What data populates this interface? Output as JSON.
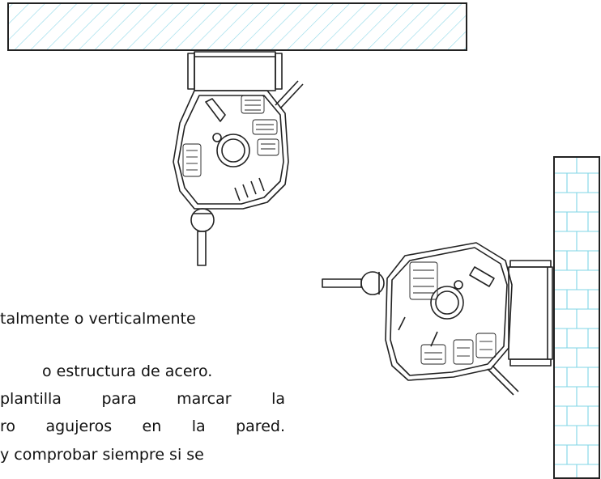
{
  "text": {
    "lines": [
      "talmente o verticalmente",
      "o estructura de acero.",
      "plantilla para marcar la",
      "ro agujeros en la pared.",
      "y comprobar siempre si se"
    ]
  },
  "colors": {
    "ink": "#222222",
    "hatch": "#8fd8e8",
    "brick": "#7fd6e6",
    "text": "#111111"
  },
  "icons": {
    "ceiling": "ceiling-hatched-icon",
    "wall": "brick-wall-icon",
    "reel_ceiling": "hose-reel-ceiling-mount-icon",
    "reel_wall": "hose-reel-wall-mount-icon"
  }
}
